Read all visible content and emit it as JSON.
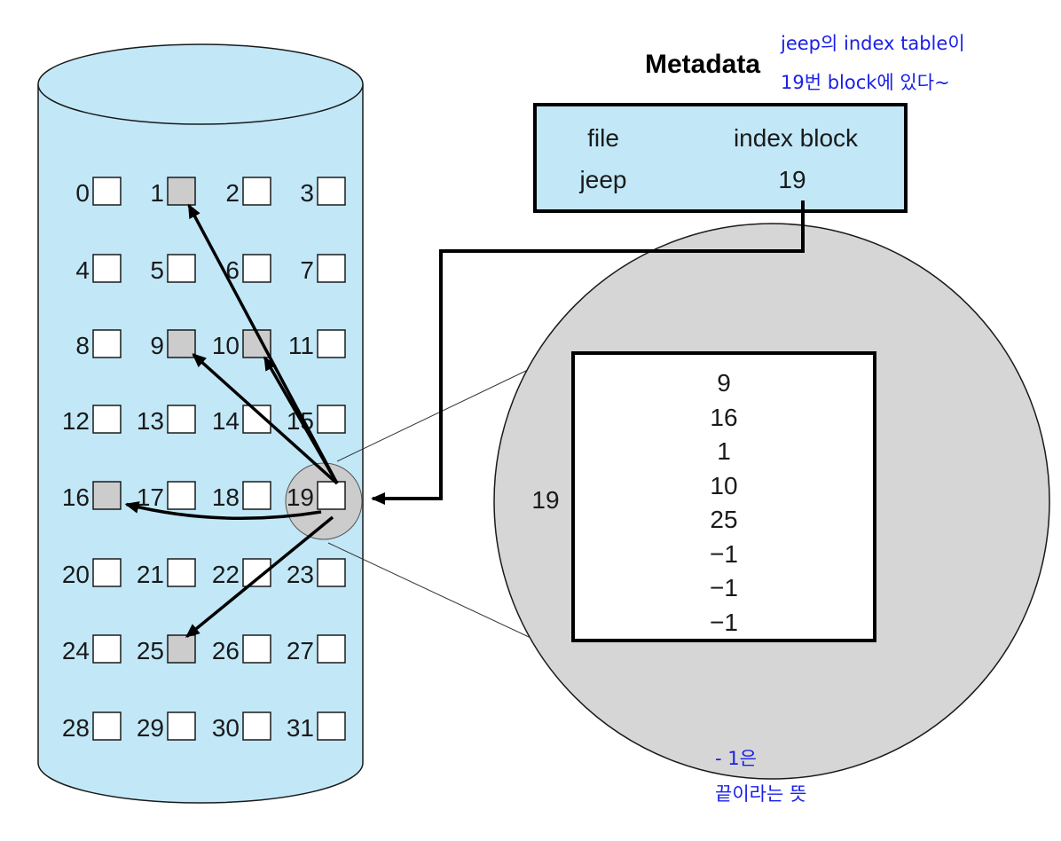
{
  "metadata": {
    "title": "Metadata",
    "note_line1": "jeep의 index table이",
    "note_line2": "19번 block에 있다~"
  },
  "directory": {
    "header_file": "file",
    "header_index": "index block",
    "file_name": "jeep",
    "index_block": "19"
  },
  "disk": {
    "blocks": [
      "0",
      "1",
      "2",
      "3",
      "4",
      "5",
      "6",
      "7",
      "8",
      "9",
      "10",
      "11",
      "12",
      "13",
      "14",
      "15",
      "16",
      "17",
      "18",
      "19",
      "20",
      "21",
      "22",
      "23",
      "24",
      "25",
      "26",
      "27",
      "28",
      "29",
      "30",
      "31"
    ],
    "used_blocks": [
      1,
      9,
      10,
      16,
      25
    ],
    "index_block": 19
  },
  "index_table": {
    "block_label": "19",
    "entries": [
      "9",
      "16",
      "1",
      "10",
      "25",
      "−1",
      "−1",
      "−1"
    ]
  },
  "footnote": {
    "line1": "- 1은",
    "line2": "끝이라는 뜻"
  },
  "colors": {
    "cylinder": "#c2e8f8",
    "used_block": "#cccccc",
    "directory_box": "#c2e8f8",
    "zoom_circle": "#d6d6d6",
    "note_text": "#1a20e6"
  }
}
